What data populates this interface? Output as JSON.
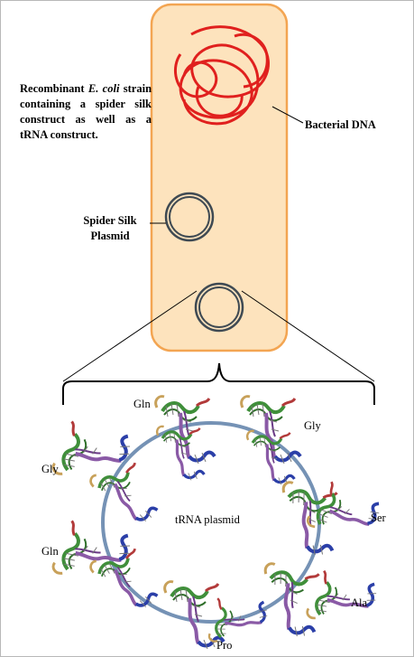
{
  "description": {
    "line1_prefix": "Recombinant ",
    "line1_italic": "E. coli",
    "rest": "strain containing a spider silk construct as well as a tRNA construct."
  },
  "labels": {
    "bacterial_dna": "Bacterial DNA",
    "spider_silk_line1": "Spider Silk",
    "spider_silk_line2": "Plasmid",
    "trna_plasmid": "tRNA plasmid"
  },
  "trna_labels": [
    "Gln",
    "Gly",
    "Gly",
    "Ser",
    "Gln",
    "Ala",
    "Pro"
  ],
  "colors": {
    "cell_fill": "#fde3bd",
    "cell_border": "#f3a552",
    "dna": "#e0201e",
    "plasmid_ring": "#3f4a53",
    "trna_plasmid_ring": "#7592b5",
    "trna_green": "#3f8f3a",
    "trna_purple": "#8a5aa6",
    "trna_blue": "#2b3fa8",
    "trna_tan": "#c8a15a"
  }
}
